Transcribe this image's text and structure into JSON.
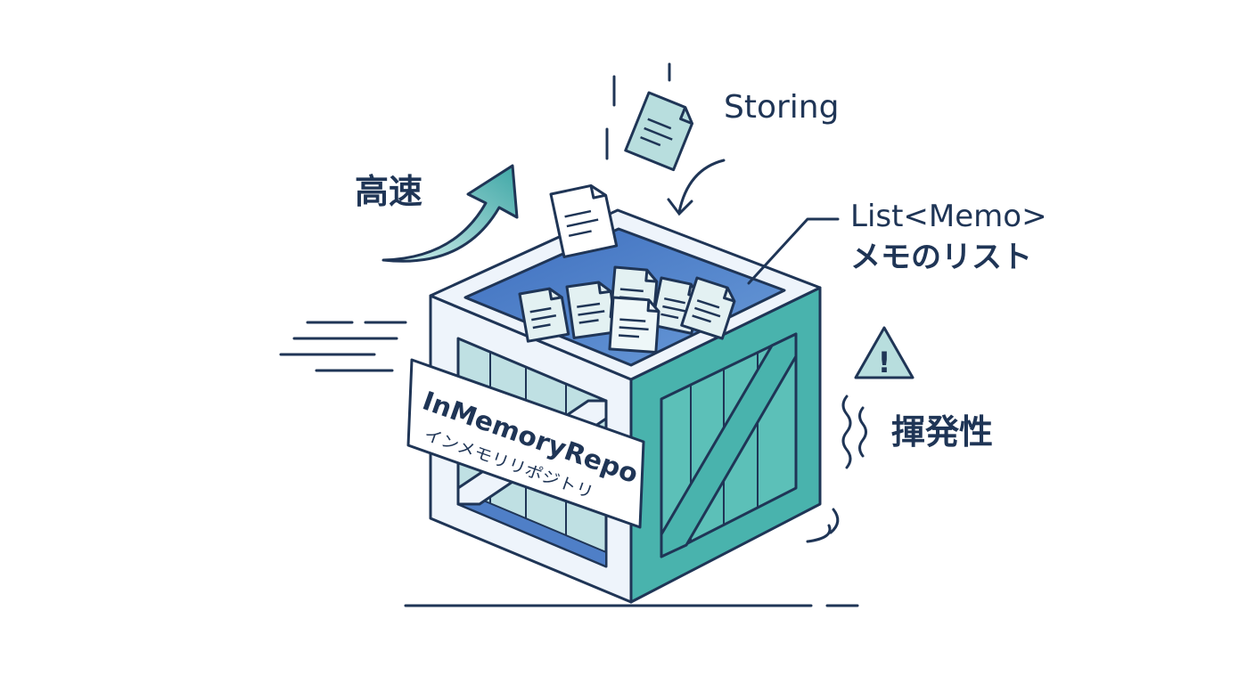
{
  "labels": {
    "storing": "Storing",
    "fast": "高速",
    "list_type": "List<Memo>",
    "list_desc": "メモのリスト",
    "volatile": "揮発性",
    "warning_mark": "!"
  },
  "crate_label": {
    "title": "InMemoryRepo",
    "subtitle": "インメモリリポジトリ"
  },
  "colors": {
    "outline": "#1f3556",
    "teal": "#49b3ad",
    "teal_light": "#b8dede",
    "frame_light": "#eef4fb",
    "interior_blue": "#4f7fc7",
    "doc_fill": "#e3f1f2"
  },
  "icons": [
    "document-icon",
    "warning-icon",
    "fast-arrow-icon",
    "wave-icon",
    "speed-lines-icon"
  ]
}
